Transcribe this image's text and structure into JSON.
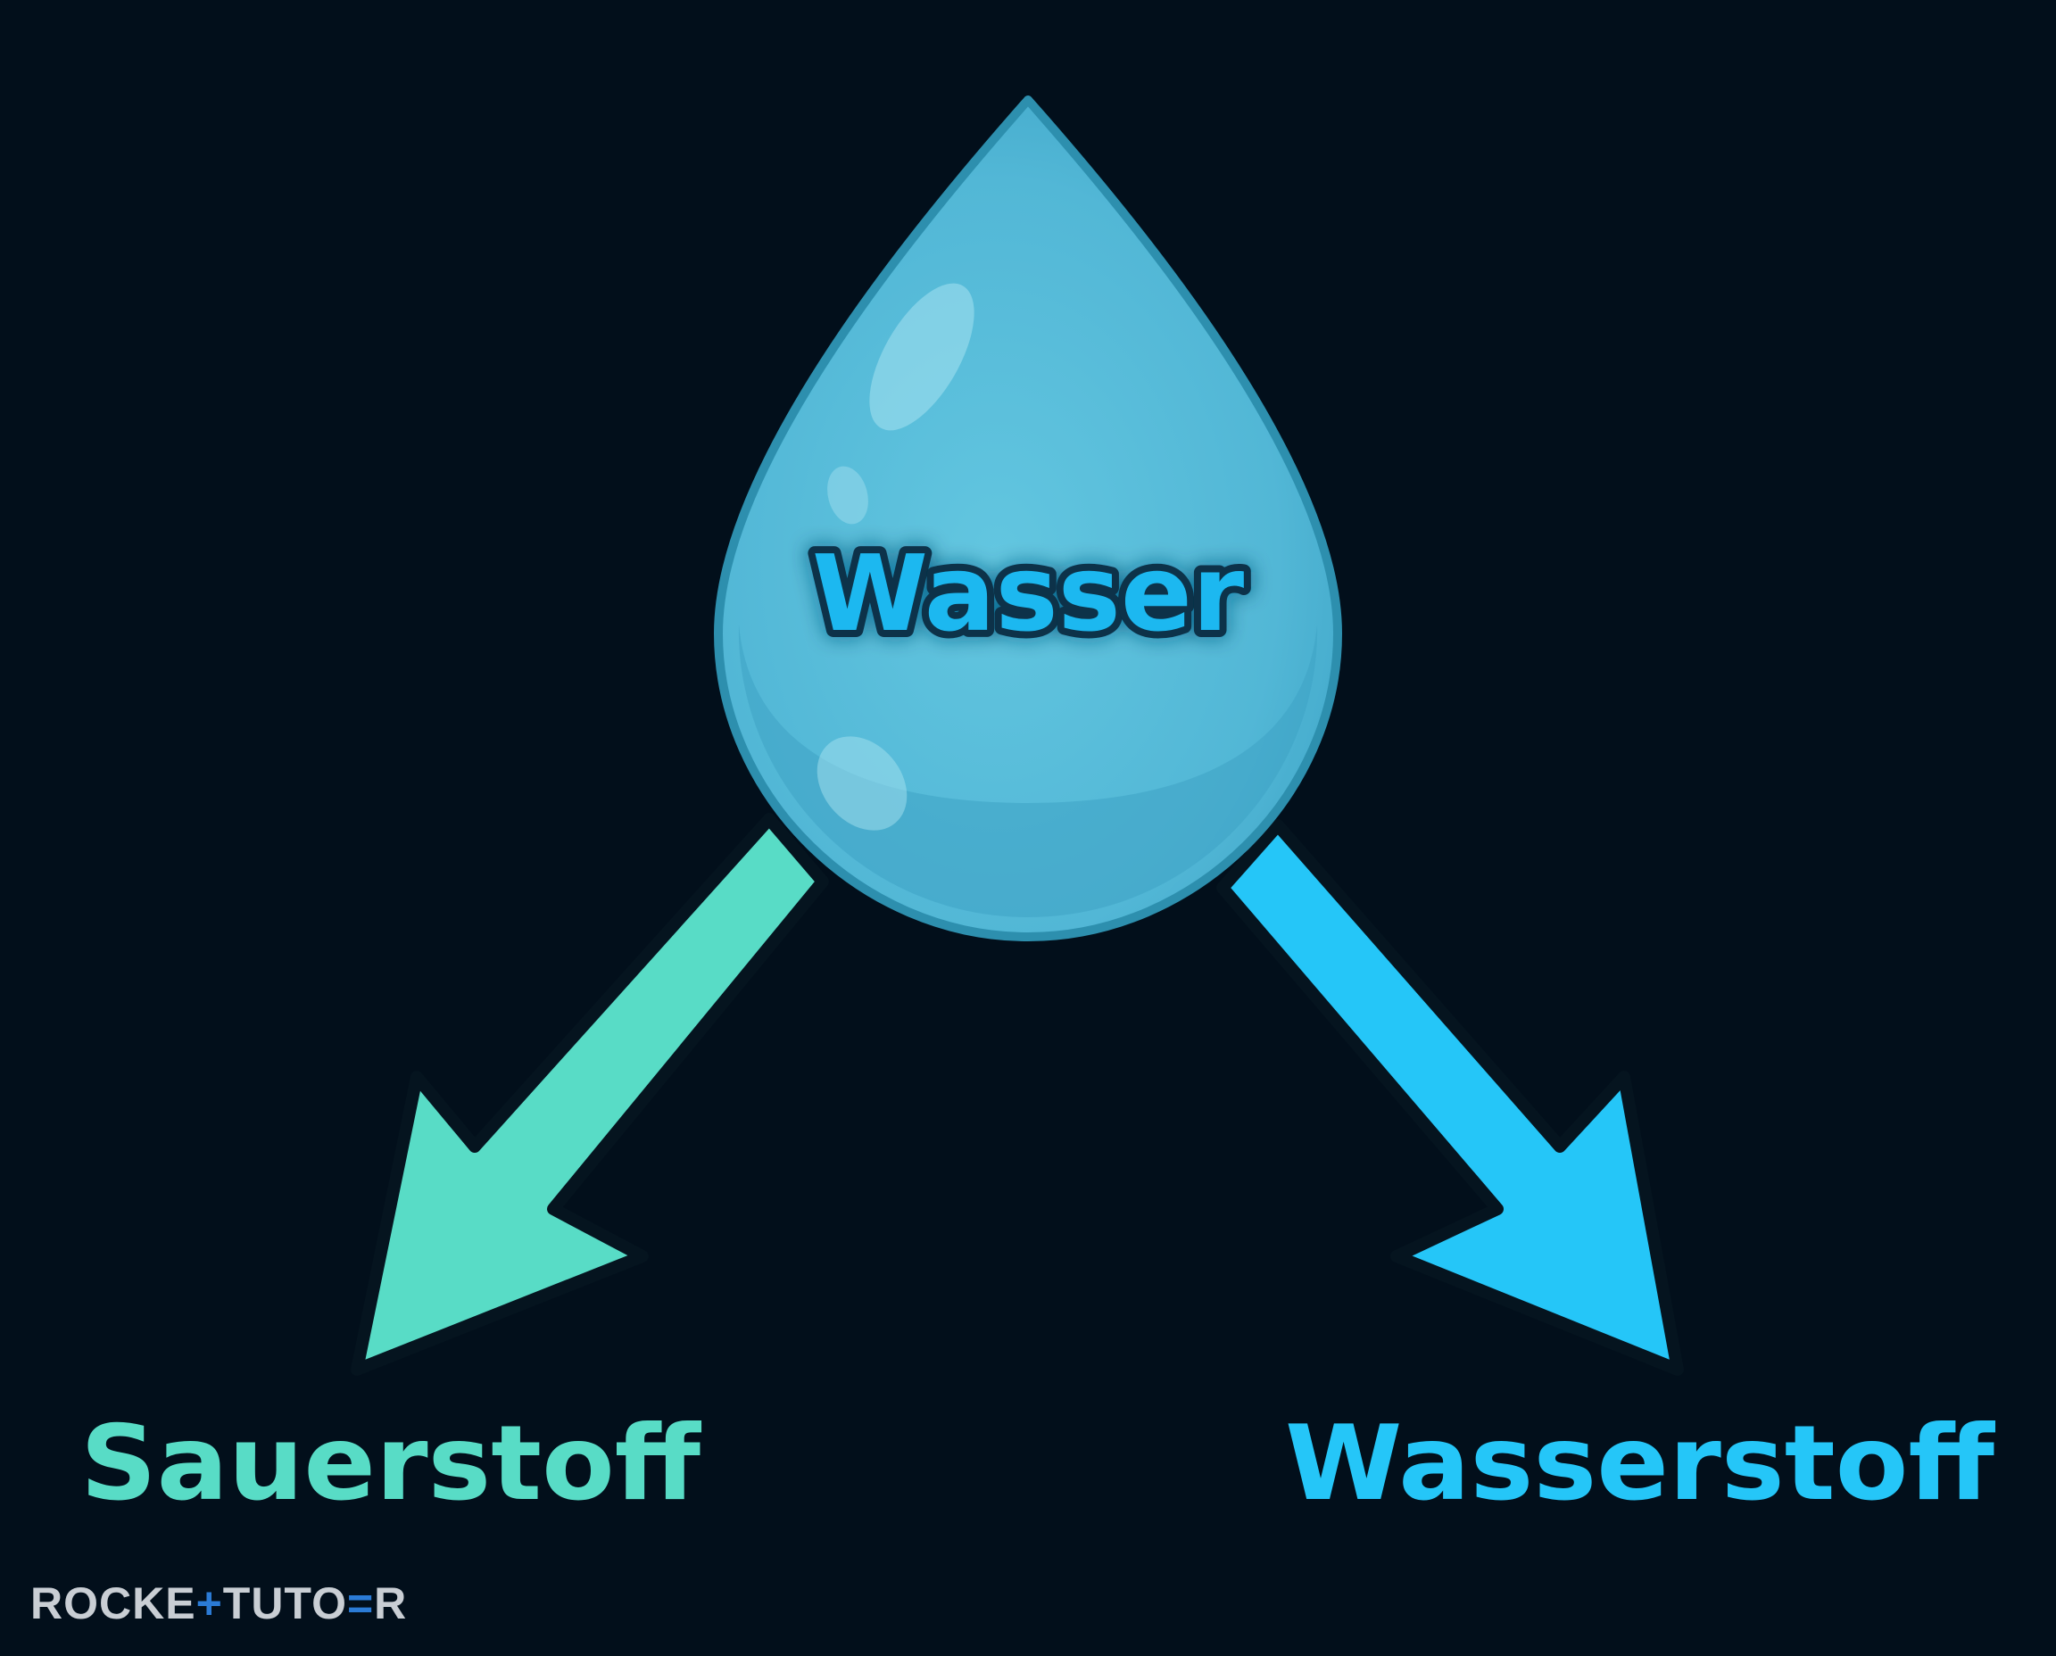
{
  "diagram": {
    "source": {
      "label": "Wasser",
      "color": "#55bcd9"
    },
    "products": [
      {
        "label": "Sauerstoff",
        "color": "#58dcc6"
      },
      {
        "label": "Wasserstoff",
        "color": "#25c6f8"
      }
    ]
  },
  "logo": {
    "part1": "ROCKE",
    "symbol": "+",
    "part2": "TUTO",
    "symbol2": "=",
    "part3": "R"
  },
  "colors": {
    "background": "#020f1b",
    "drop_fill": "#55bcd9",
    "drop_outline": "#2d8fae",
    "label_inner": "#1fb8f0",
    "label_outline": "#073248"
  }
}
